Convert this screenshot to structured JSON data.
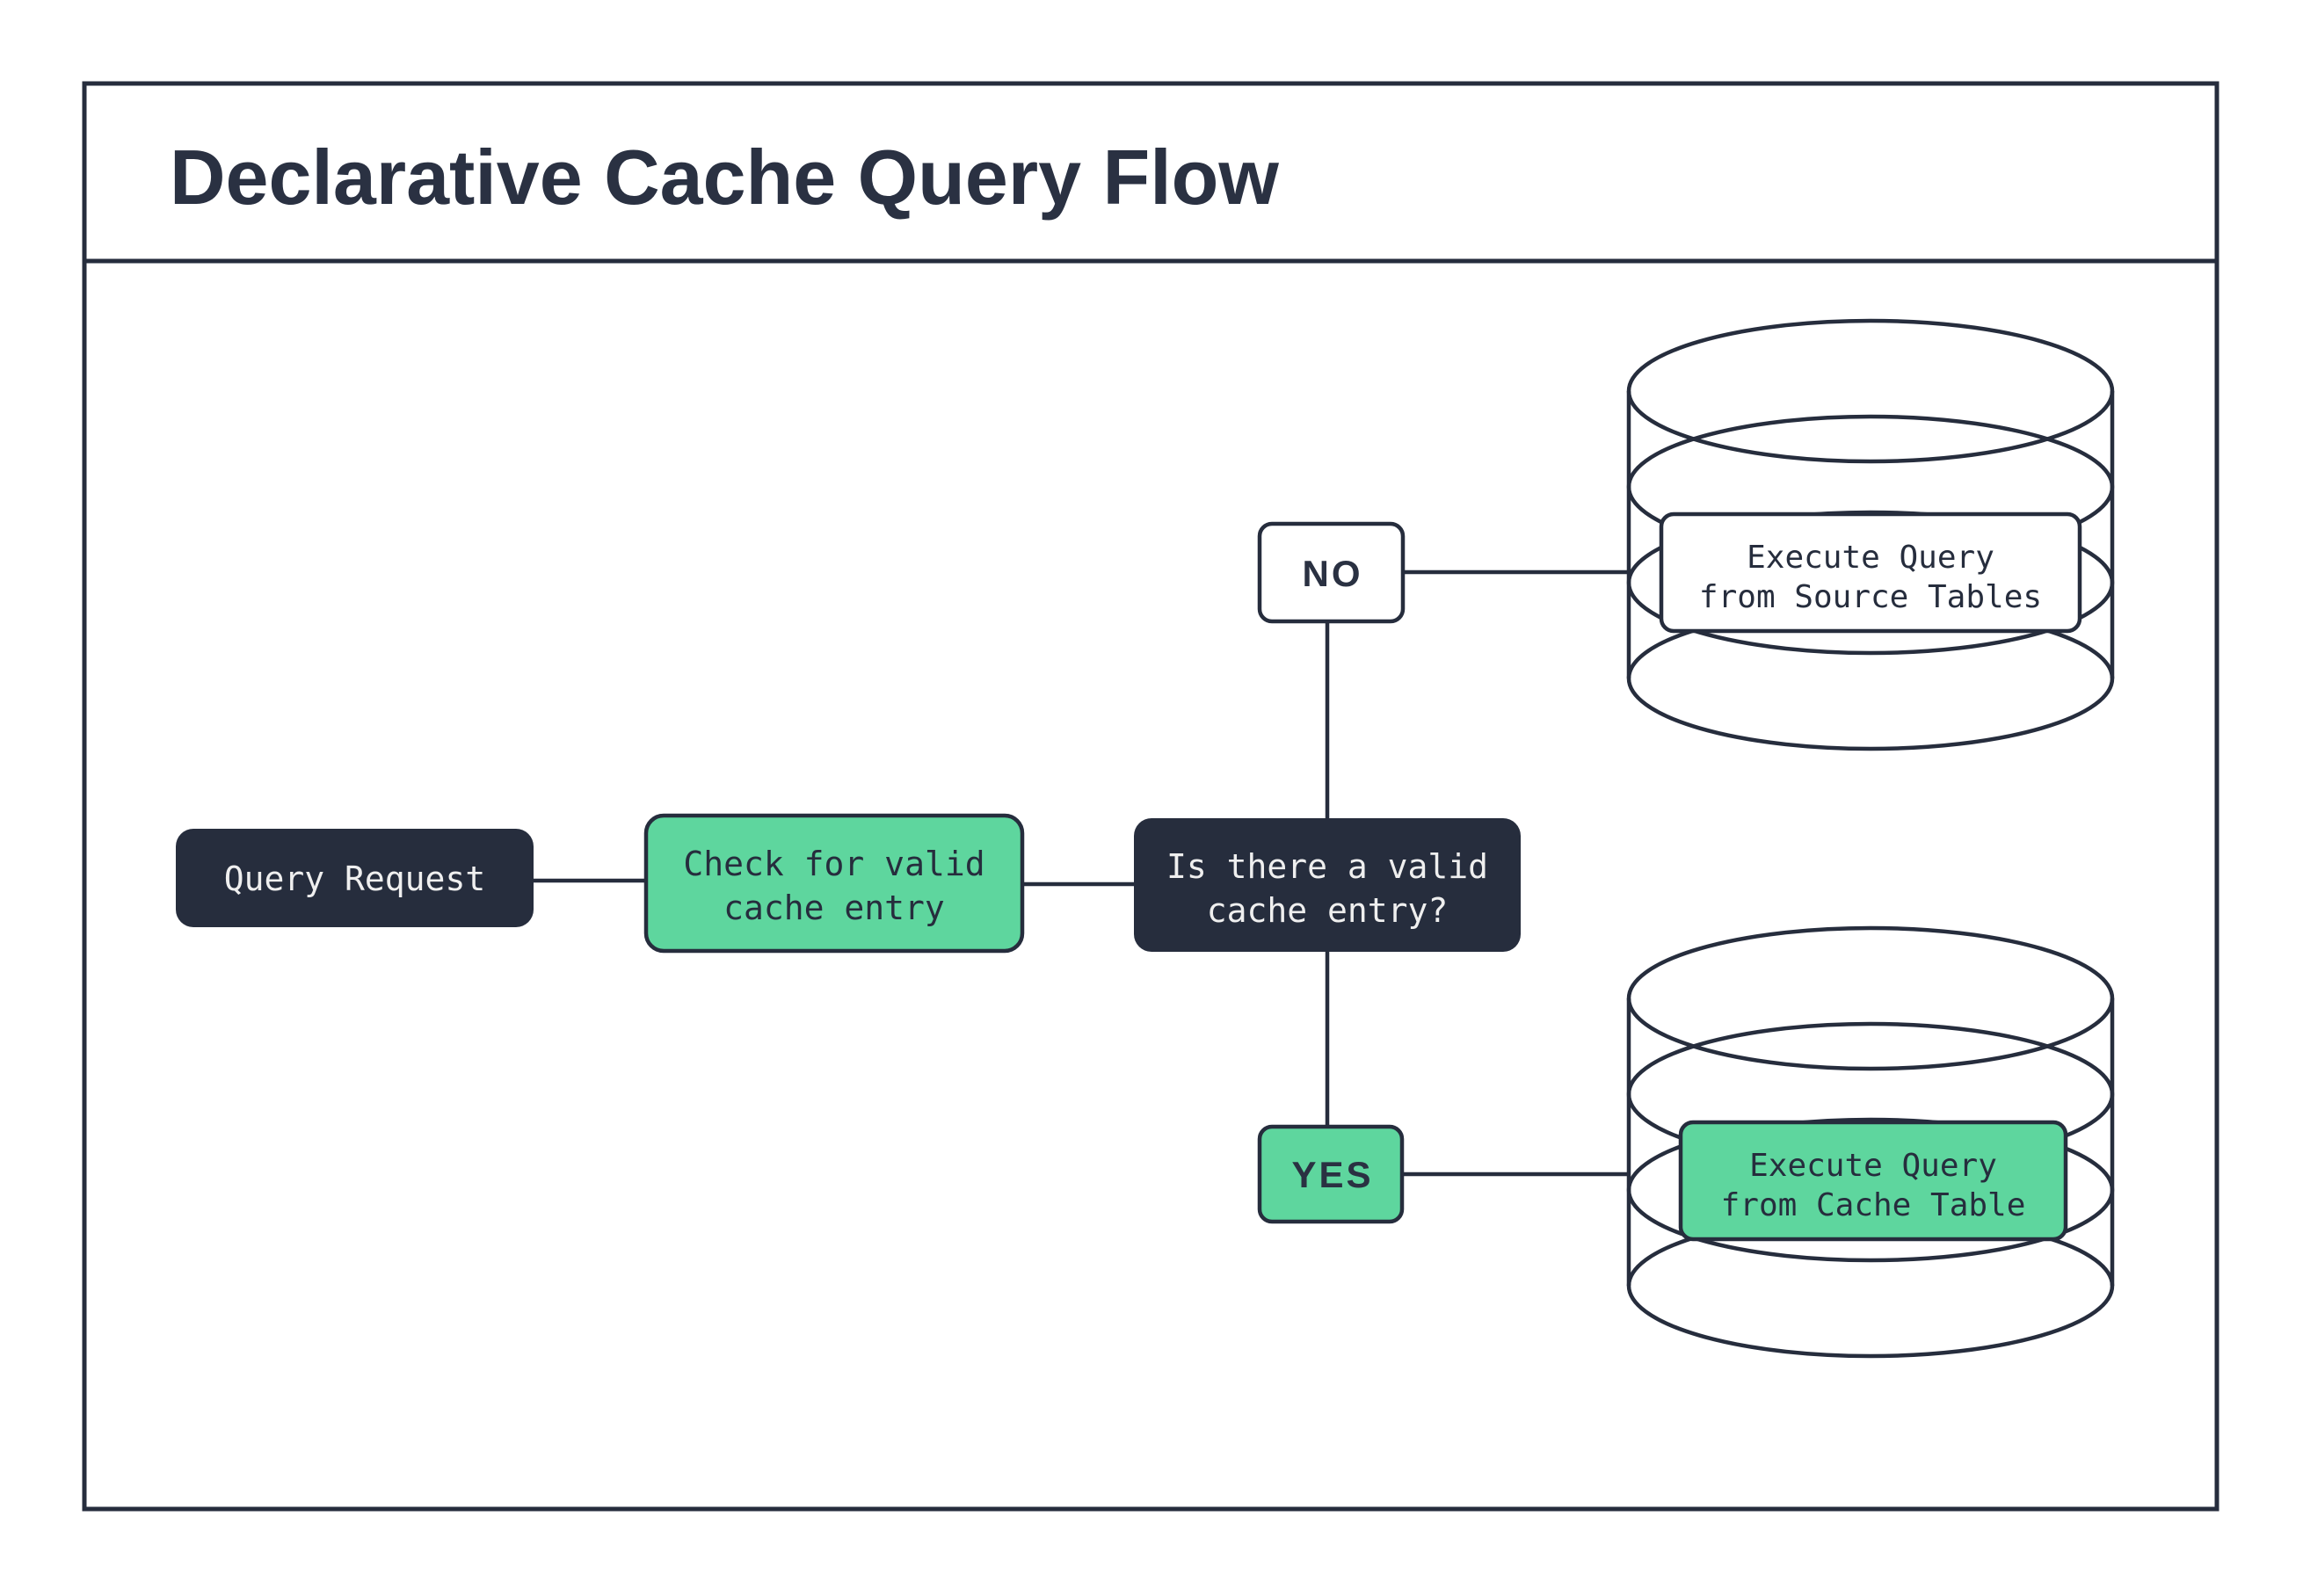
{
  "header": {
    "title": "Declarative Cache Query Flow"
  },
  "flow": {
    "query_request": {
      "label": "Query Request"
    },
    "check_cache": {
      "line1": "Check for valid",
      "line2": "cache entry"
    },
    "decision": {
      "line1": "Is there a valid",
      "line2": "cache entry?"
    },
    "branch_no": {
      "label": "NO"
    },
    "branch_yes": {
      "label": "YES"
    },
    "source_db_action": {
      "line1": "Execute Query",
      "line2": "from Source Tables"
    },
    "cache_db_action": {
      "line1": "Execute Query",
      "line2": "from Cache Table"
    }
  },
  "colors": {
    "dark_navy": "#262d3d",
    "mint_green": "#5ed69e",
    "light_text": "#efefef",
    "canvas_bg": "#ffffff"
  }
}
